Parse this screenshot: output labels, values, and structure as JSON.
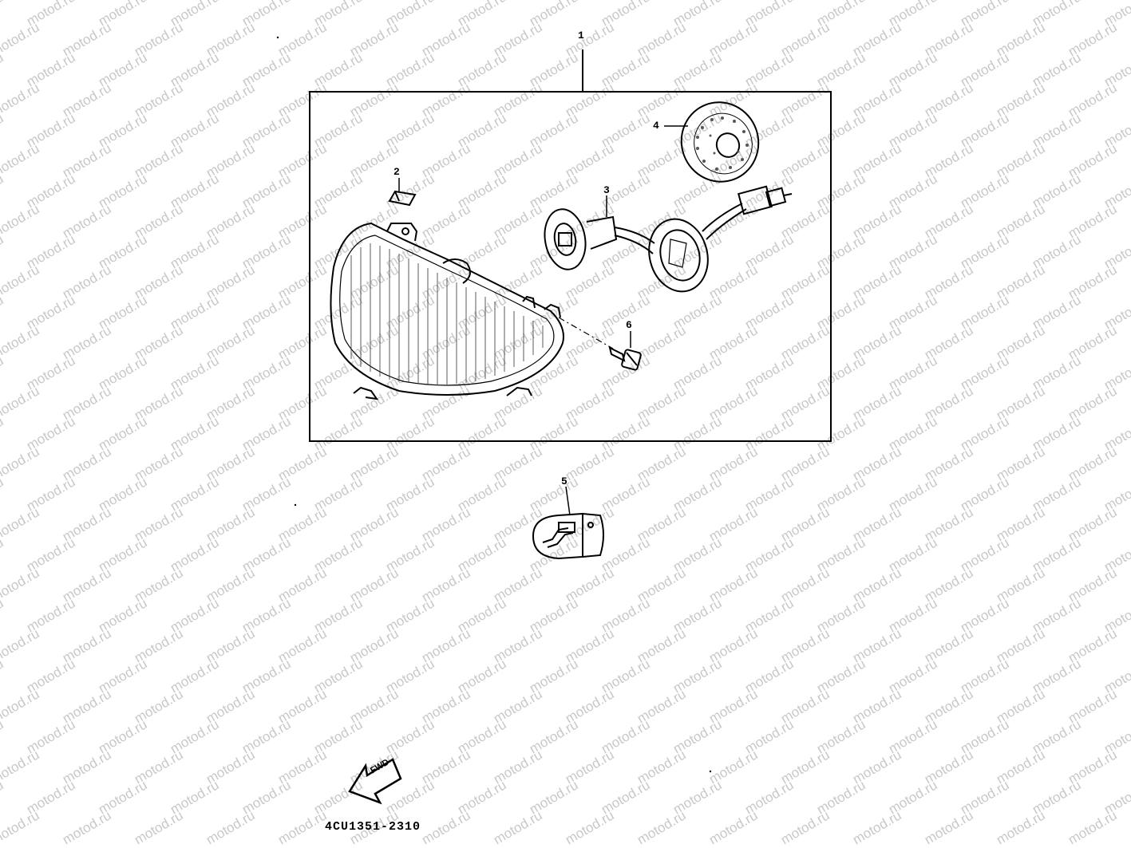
{
  "diagram": {
    "watermark_text": "motod.ru",
    "callouts": {
      "assembly": "1",
      "clip": "2",
      "socket_cord": "3",
      "cover": "4",
      "bulb": "5",
      "screw": "6"
    },
    "fwd_label": "FWD",
    "part_code": "4CU1351-2310"
  }
}
